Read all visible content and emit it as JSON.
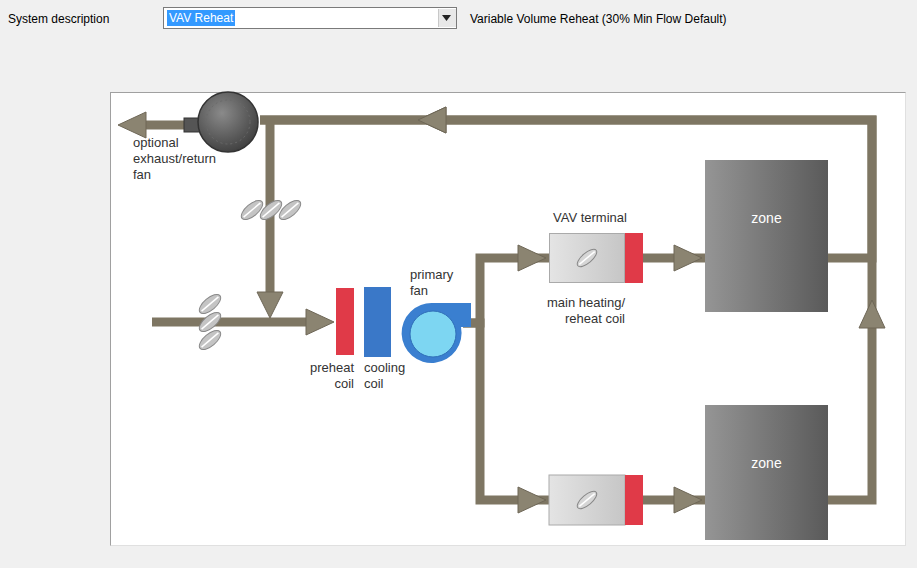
{
  "diagram": {
    "nodes": [
      {
        "text": [
          "optional exhaust/return fan"
        ]
      },
      {
        "text": [
          "preheat coil"
        ]
      },
      {
        "text": [
          "cooling coil"
        ]
      },
      {
        "text": [
          "primary fan"
        ]
      },
      {
        "text": [
          "VAV terminal",
          "main heating/ reheat coil"
        ]
      },
      {
        "text": [
          "zone"
        ]
      },
      {
        "text": [
          "zone"
        ]
      }
    ],
    "edges": [
      {
        "from": 3,
        "to": 4,
        "arrow": "to"
      },
      {
        "from": 4,
        "to": 5,
        "arrow": "to"
      },
      {
        "from": 3,
        "to": 6,
        "arrow": "to"
      },
      {
        "from": 5,
        "to": 0,
        "arrow": "to"
      },
      {
        "from": 6,
        "to": 0,
        "arrow": "to"
      }
    ],
    "labels": [
      "System description",
      "VAV Reheat",
      "Variable Volume Reheat (30% Min Flow Default)"
    ]
  }
}
